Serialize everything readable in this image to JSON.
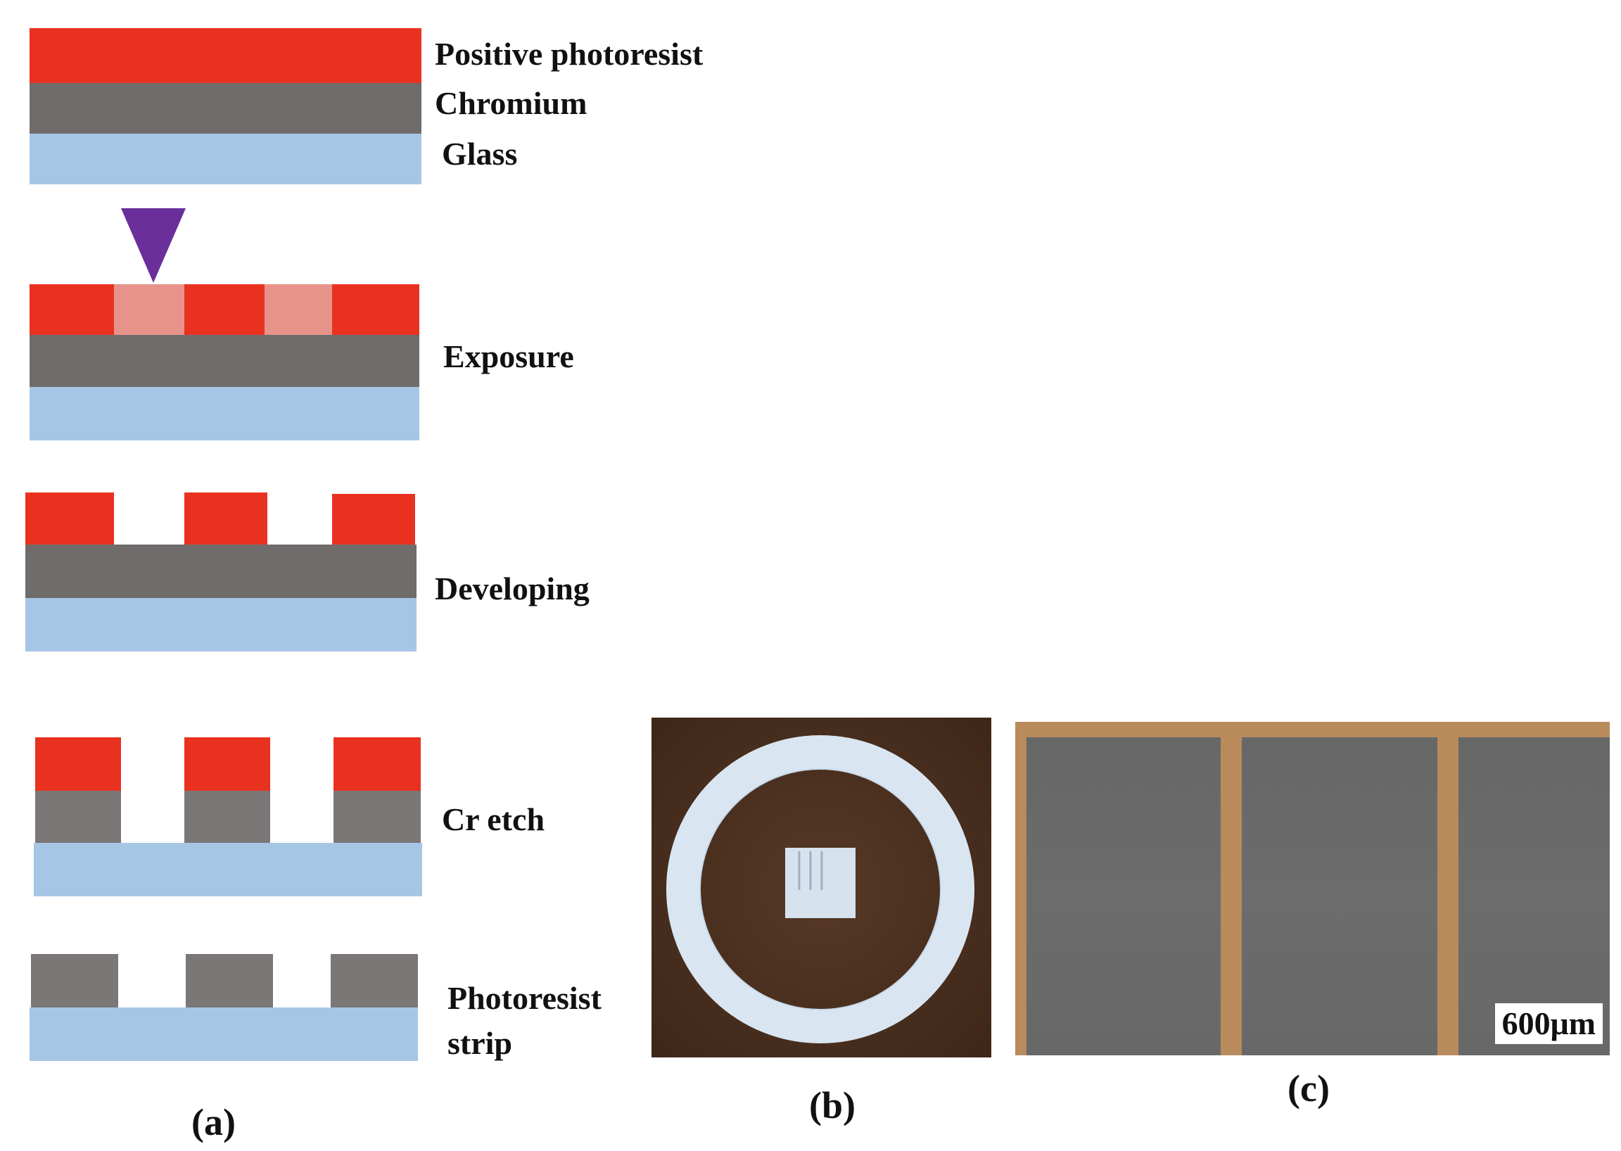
{
  "colors": {
    "photoresist": "#e8321f",
    "exposed_photoresist": "#e8938a",
    "chromium": "#706c6c",
    "glass": "#a6c6e6",
    "uv_arrow": "#6a2f9a",
    "photo_b_background": "#4a2e1e",
    "photo_b_ring": "#d9e6f2",
    "photo_c_frame": "#b88a5c",
    "photo_c_cell": "#6a6a6a"
  },
  "panel_a": {
    "step1": {
      "labels": [
        "Positive photoresist",
        "Chromium",
        "Glass"
      ]
    },
    "step2": {
      "label": "Exposure"
    },
    "step3": {
      "label": "Developing"
    },
    "step4": {
      "label": "Cr etch"
    },
    "step5": {
      "label_line1": "Photoresist",
      "label_line2": "strip"
    }
  },
  "panel_c": {
    "scale_bar": "600μm"
  },
  "captions": {
    "a": "(a)",
    "b": "(b)",
    "c": "(c)"
  }
}
